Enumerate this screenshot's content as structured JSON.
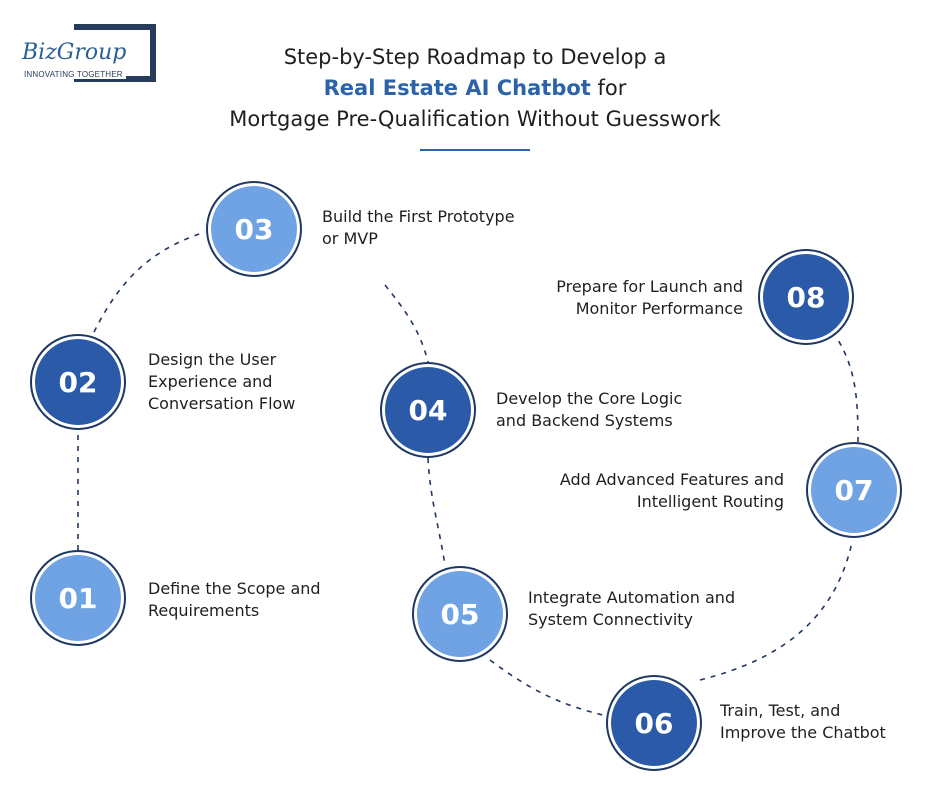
{
  "brand": {
    "name": "BizGroup",
    "tagline": "INNOVATING TOGETHER"
  },
  "title": {
    "line1": "Step-by-Step Roadmap to Develop a",
    "highlight": "Real Estate AI Chatbot",
    "line2_rest": " for",
    "line3": "Mortgage Pre-Qualification Without Guesswork"
  },
  "colors": {
    "accent": "#2b62a8",
    "circle_light": "#6fa3e4",
    "circle_dark": "#2a5aa8",
    "circle_ring": "#1f3764"
  },
  "steps": [
    {
      "number": "01",
      "line1": "Define the Scope and",
      "line2": "Requirements"
    },
    {
      "number": "02",
      "line1": "Design the User",
      "line2": "Experience and",
      "line3": "Conversation Flow"
    },
    {
      "number": "03",
      "line1": "Build the First Prototype",
      "line2": "or MVP"
    },
    {
      "number": "04",
      "line1": "Develop the Core Logic",
      "line2": "and Backend Systems"
    },
    {
      "number": "05",
      "line1": "Integrate Automation and",
      "line2": "System Connectivity"
    },
    {
      "number": "06",
      "line1": "Train, Test, and",
      "line2": "Improve the Chatbot"
    },
    {
      "number": "07",
      "line1": "Add Advanced Features and",
      "line2": "Intelligent Routing"
    },
    {
      "number": "08",
      "line1": "Prepare for Launch and",
      "line2": "Monitor Performance"
    }
  ]
}
